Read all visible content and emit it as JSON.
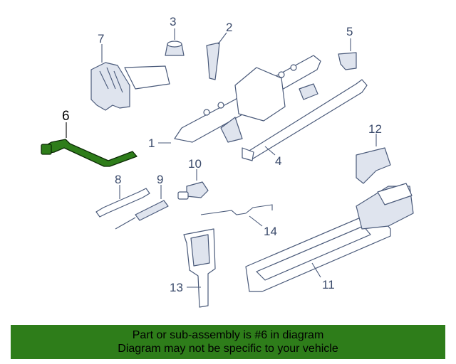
{
  "diagram": {
    "highlighted_part": "6",
    "callouts": [
      "1",
      "2",
      "3",
      "4",
      "5",
      "6",
      "7",
      "8",
      "9",
      "10",
      "11",
      "12",
      "13",
      "14"
    ],
    "highlight_color": "#2e7d1a",
    "line_color": "#4a5a7a"
  },
  "banner": {
    "line1": "Part or sub-assembly is #6 in diagram",
    "line2": "Diagram may not be specific to your vehicle",
    "background": "#2e7d1a"
  }
}
